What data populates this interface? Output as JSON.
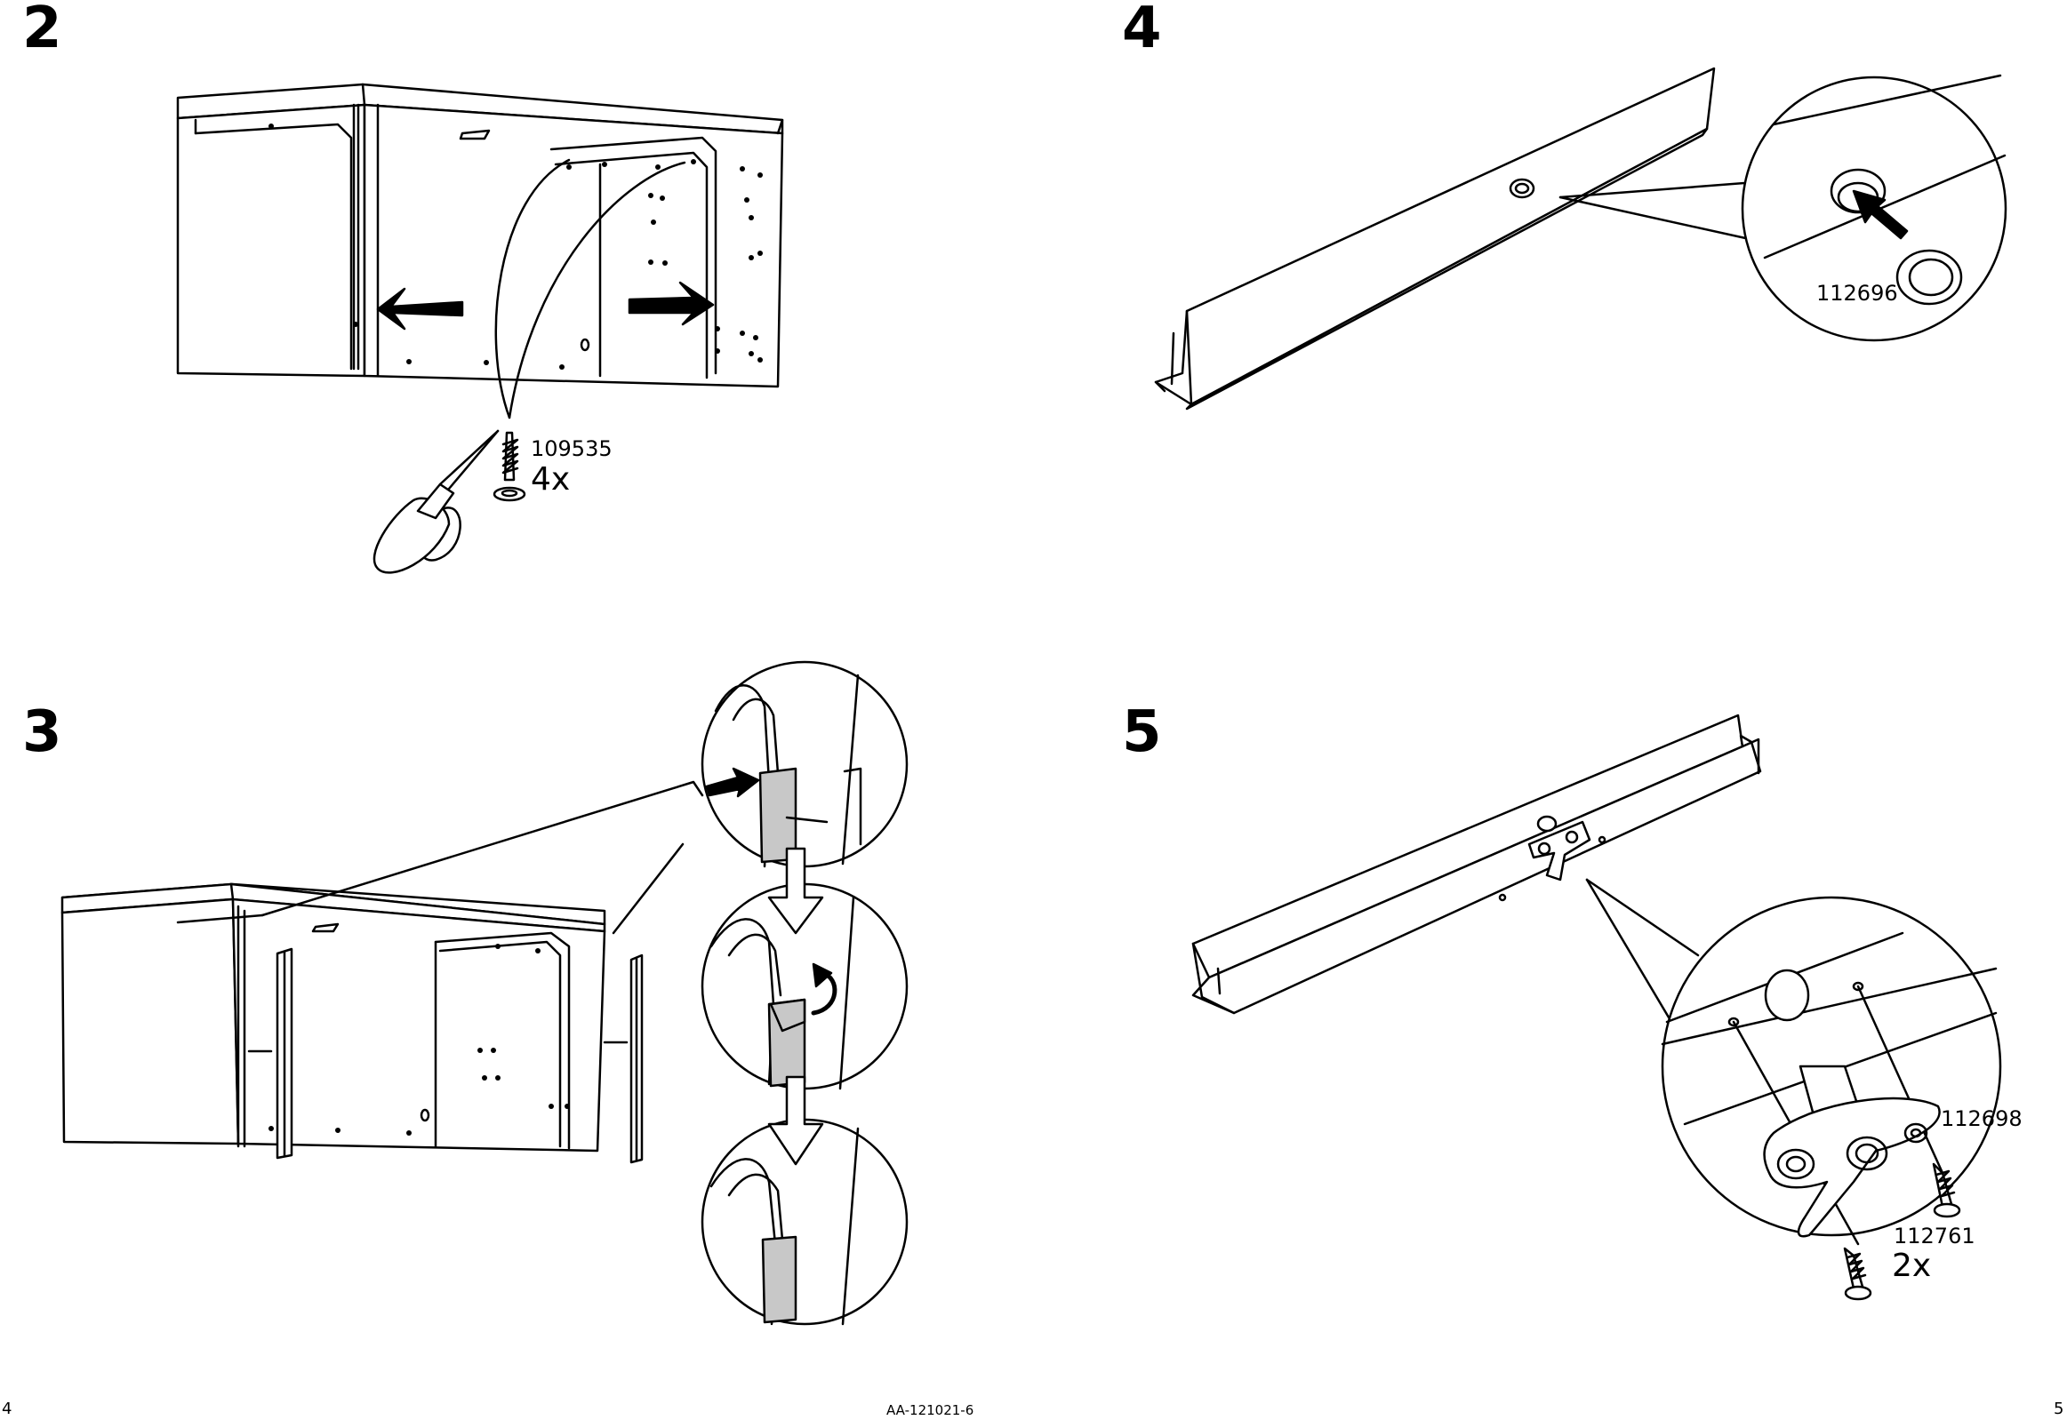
{
  "document": {
    "doc_code": "AA-121021-6"
  },
  "page_numbers": {
    "left": "4",
    "right": "5"
  },
  "steps": [
    {
      "number": "2",
      "parts": [
        {
          "id": "109535",
          "qty": "4x"
        }
      ]
    },
    {
      "number": "3",
      "parts": []
    },
    {
      "number": "4",
      "parts": [
        {
          "id": "112696",
          "qty": ""
        }
      ]
    },
    {
      "number": "5",
      "parts": [
        {
          "id": "112698",
          "qty": ""
        },
        {
          "id": "112761",
          "qty": "2x"
        }
      ]
    }
  ],
  "colors": {
    "ink": "#000000",
    "paper": "#ffffff",
    "shade": "#c8c8c8"
  },
  "icons": [
    "arrow-icon",
    "screwdriver-icon",
    "screw-icon",
    "rotate-arrow-icon",
    "down-arrow-icon"
  ]
}
